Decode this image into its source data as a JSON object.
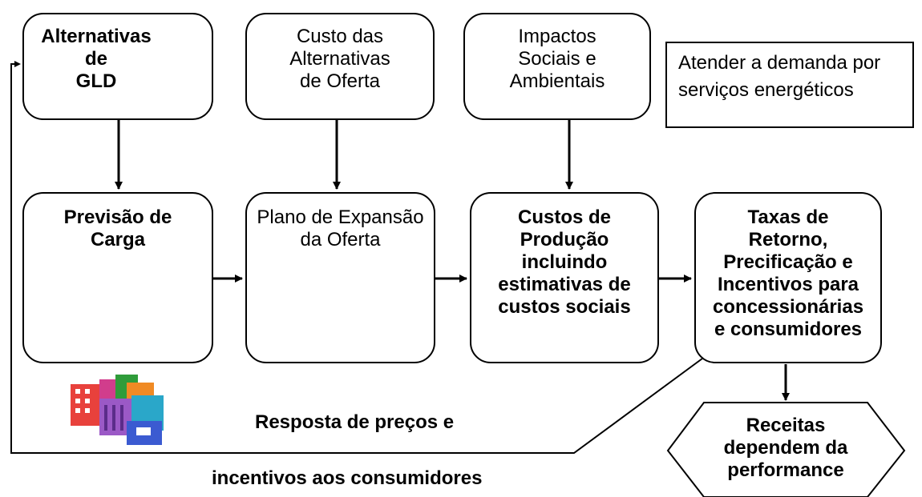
{
  "boxes": {
    "gld": "Alternativas\nde\nGLD",
    "custo_oferta": "Custo das\nAlternativas\nde Oferta",
    "impactos": "Impactos\nSociais e\nAmbientais",
    "previsao": "Previsão de\nCarga",
    "plano": "Plano de Expansão\nda Oferta",
    "custos_producao": "Custos de\nProdução\nincluindo\nestimativas de\ncustos sociais",
    "taxas": "Taxas de\nRetorno,\nPrecificação e\nIncentivos para\nconcessionárias\ne consumidores",
    "receitas": "Receitas\ndependem da\nperformance"
  },
  "note": "Atender a demanda por\nserviços energéticos",
  "feedback": {
    "line1": "Resposta de preços e",
    "line2": "incentivos aos consumidores"
  },
  "icons": [
    "light-bulb-icon",
    "buildings-icon",
    "load-curve-chart-icon",
    "supply-curve-chart-icon"
  ]
}
